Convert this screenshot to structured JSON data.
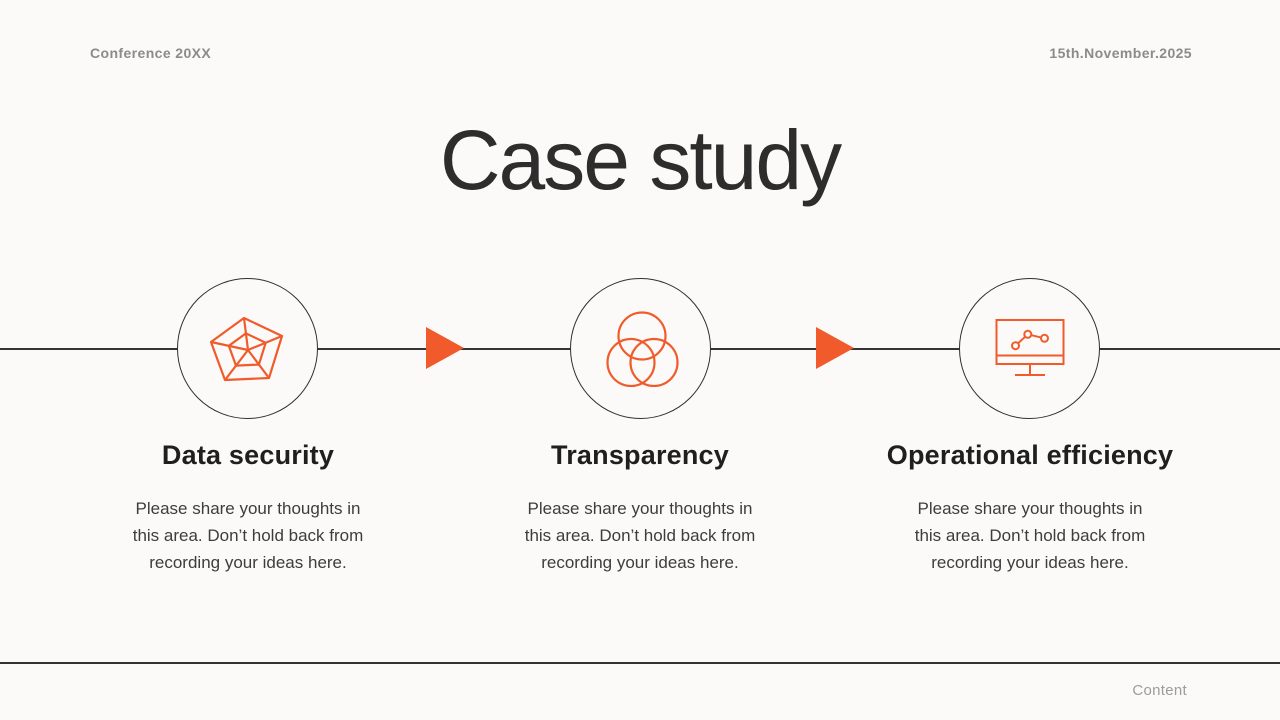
{
  "slide": {
    "header": {
      "left": "Conference 20XX",
      "right": "15th.November.2025"
    },
    "title": "Case study",
    "steps": [
      {
        "icon": "radar-chart-icon",
        "title": "Data security",
        "lines": [
          "Please share your thoughts in",
          "this area. Don’t hold back from",
          "recording your ideas here."
        ]
      },
      {
        "icon": "venn-diagram-icon",
        "title": "Transparency",
        "lines": [
          "Please share your thoughts in",
          "this area. Don’t hold back from",
          "recording your ideas here."
        ]
      },
      {
        "icon": "monitor-chart-icon",
        "title": "Operational efficiency",
        "lines": [
          "Please share your thoughts in",
          "this area. Don’t hold back from",
          "recording your ideas here."
        ]
      }
    ],
    "footer": {
      "label": "Content"
    },
    "colors": {
      "accent_orange": "#F15B2B",
      "background": "#FBFAF8",
      "title_text": "#2D2D2D",
      "heading_text": "#1F1F1F",
      "body_text": "#3D3D3D",
      "muted_gray": "#8B8B8B",
      "line_dark": "#333333"
    }
  }
}
